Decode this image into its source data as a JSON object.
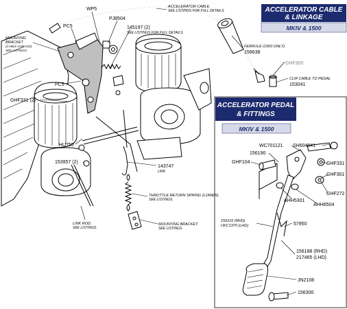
{
  "panels": {
    "cable": {
      "title_1": "ACCELERATOR CABLE",
      "title_2": "& LINKAGE",
      "subtitle": "MKIV & 1500"
    },
    "pedal": {
      "title_1": "ACCELERATOR PEDAL",
      "title_2": "& FITTINGS",
      "subtitle": "MKIV & 1500"
    }
  },
  "colors": {
    "title_bg": "#1c2a6e",
    "subtitle_bg": "#d6dae8",
    "subtitle_text": "#1c2a6e"
  },
  "labels": {
    "wp5": "WP5",
    "pc5_top": "PC5",
    "pj8504": "PJ8504",
    "mounting_bracket_top_1": "MOUNTING",
    "mounting_bracket_top_2": "BRACKET",
    "mounting_bracket_top_3": "(CABLE LINKAGE)",
    "mounting_bracket_top_4": "SEE LISTINGS.",
    "p145197": "145197 (2)",
    "p145197_note": "SEE LISTINGS FOR FULL DETAILS.",
    "accel_cable_1": "ACCELERATOR CABLE.",
    "accel_cable_2": "SEE LISTINGS FOR FULL DETAILS.",
    "ferrule_1": "FERRULE (1500 ONLY)",
    "ferrule_2": "156638",
    "ghf300": "GHF300",
    "clip_cable_1": "CLIP CABLE TO PEDAL",
    "clip_cable_2": "153041",
    "pc5_mid": "PC5",
    "ghf331_left": "GHF331 (2)",
    "hu755": "HU755",
    "p153957": "153957 (2)",
    "p143747": "143747",
    "link": "LINK",
    "throttle_1": "THROTTLE RETURN SPRING (LOWER).",
    "throttle_2": "SEE LISTINGS.",
    "link_rod_1": "LINK ROD.",
    "link_rod_2": "SEE LISTINGS.",
    "mounting_bracket_low_1": "MOUNTING BRACKET.",
    "mounting_bracket_low_2": "SEE LISTINGS.",
    "wc701121": "WC701121",
    "sh604041": "SH604041",
    "p156190": "156190",
    "ghf104": "GHF104",
    "ghf331_right": "GHF331",
    "ghf301": "GHF301",
    "ghf272": "GHF272",
    "ahh5301": "AHH5301",
    "ahh6504": "AHH6504",
    "p156216_1": "156216 (RHD)",
    "p156216_2": "UKC1370 (LHD)",
    "p57950": "57950",
    "p156188": "156188 (RHD)",
    "p217465": "217465 (LHD)",
    "jn2108": "JN2108",
    "p156300": "156300"
  }
}
